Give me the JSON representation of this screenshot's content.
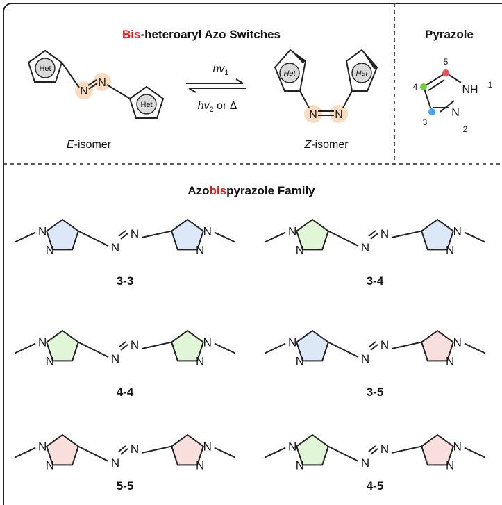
{
  "colors": {
    "accent_red": "#e8151b",
    "azo_highlight": "#f9dcc0",
    "ring_3": "#dce8f8",
    "ring_4": "#e0f6d6",
    "ring_5": "#f9dede",
    "pos4_dot": "#6fd23b",
    "pos5_dot": "#e8505a",
    "pos3_dot": "#4aa3f0"
  },
  "top": {
    "title_red": "Bis",
    "title_rest": "-heteroaryl Azo Switches",
    "het": "Het",
    "n": "N",
    "e_prefix": "E",
    "e_suffix": "-isomer",
    "z_prefix": "Z",
    "z_suffix": "-isomer",
    "arrow_top_hv": "hv",
    "arrow_top_sub": "1",
    "arrow_bottom_hv": "hv",
    "arrow_bottom_sub": "2",
    "arrow_bottom_rest": " or Δ"
  },
  "pyrazole": {
    "title": "Pyrazole",
    "nh": "NH",
    "n": "N",
    "num1": "1",
    "num2": "2",
    "num3": "3",
    "num4": "4",
    "num5": "5"
  },
  "family": {
    "title_a": "Azo",
    "title_b": "bis",
    "title_c": "pyrazole Family",
    "n": "N",
    "labels": [
      "3-3",
      "3-4",
      "4-4",
      "3-5",
      "5-5",
      "4-5"
    ]
  }
}
